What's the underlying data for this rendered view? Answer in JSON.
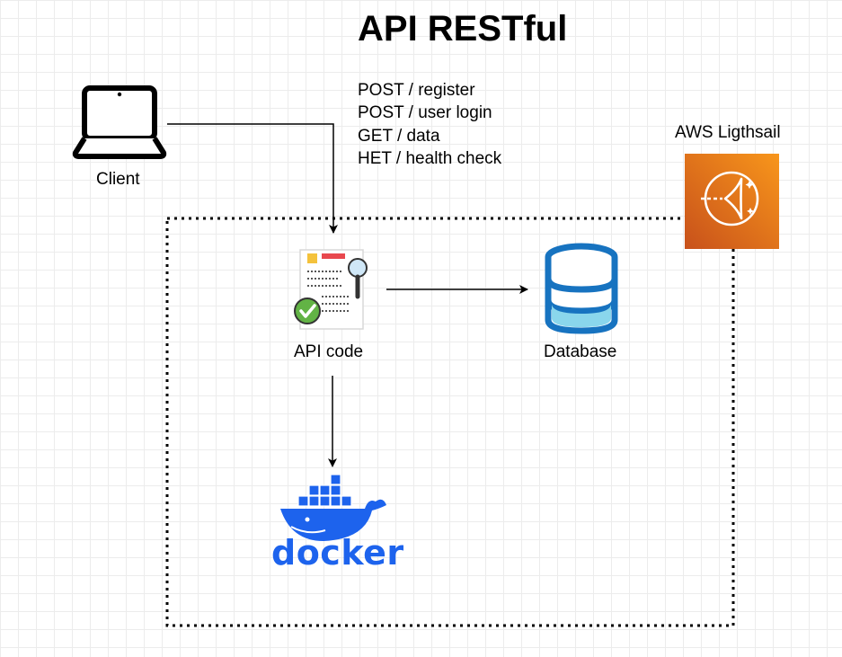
{
  "title": "API RESTful",
  "client": {
    "label": "Client"
  },
  "endpoints": [
    "POST / register",
    "POST / user login",
    "GET / data",
    "HET / health check"
  ],
  "aws": {
    "label": "AWS Ligthsail",
    "color": "#e46b10"
  },
  "api": {
    "label": "API code"
  },
  "database": {
    "label": "Database",
    "color": "#1773c0",
    "accent": "#8ad6ec"
  },
  "docker": {
    "label": "docker",
    "color": "#1d63ed"
  }
}
